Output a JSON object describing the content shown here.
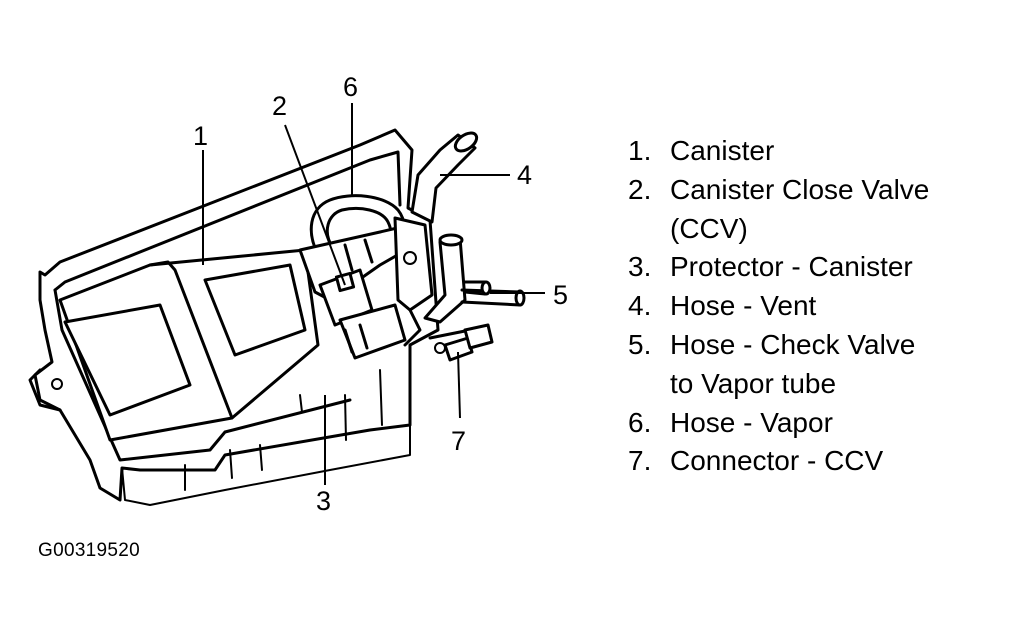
{
  "diagram": {
    "callouts": [
      "1",
      "2",
      "3",
      "4",
      "5",
      "6",
      "7"
    ]
  },
  "legend": [
    {
      "number": "1.",
      "lines": [
        "Canister"
      ]
    },
    {
      "number": "2.",
      "lines": [
        "Canister Close Valve",
        "(CCV)"
      ]
    },
    {
      "number": "3.",
      "lines": [
        "Protector - Canister"
      ]
    },
    {
      "number": "4.",
      "lines": [
        "Hose - Vent"
      ]
    },
    {
      "number": "5.",
      "lines": [
        "Hose - Check Valve",
        "to Vapor tube"
      ]
    },
    {
      "number": "6.",
      "lines": [
        "Hose - Vapor"
      ]
    },
    {
      "number": "7.",
      "lines": [
        "Connector - CCV"
      ]
    }
  ],
  "figure_id": "G00319520"
}
